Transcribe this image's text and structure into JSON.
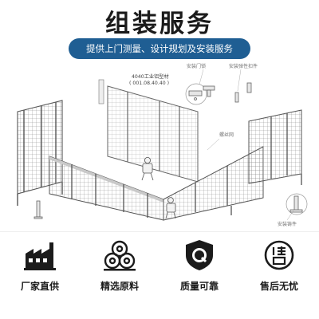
{
  "headline": "组装服务",
  "banner": "提供上门测量、设计规划及安装服务",
  "illustration": {
    "callouts": {
      "door_lock": "安装门锁",
      "hinge": "安装弹性扣件",
      "profile_name": "4040工业铝型材",
      "profile_code": "( 001.08.40.40 )",
      "mesh": "螺丝网",
      "fastener": "安装铸件"
    }
  },
  "features": [
    {
      "label": "厂家直供",
      "icon": "factory-icon"
    },
    {
      "label": "精选原料",
      "icon": "material-rolls-icon"
    },
    {
      "label": "质量可靠",
      "icon": "quality-shield-icon"
    },
    {
      "label": "售后无忧",
      "icon": "after-sales-icon"
    }
  ],
  "colors": {
    "banner": "#1f5e93",
    "text": "#1b1b1b"
  }
}
